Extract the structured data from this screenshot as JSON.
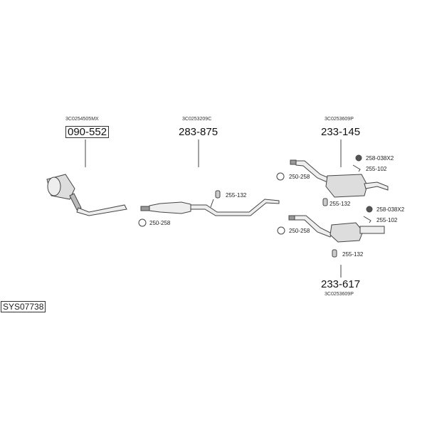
{
  "system_code": "SYS07738",
  "parts": [
    {
      "number": "090-552",
      "oe": "3C0254505MX",
      "name": "catalytic-converter"
    },
    {
      "number": "283-875",
      "oe": "3C0253209C",
      "name": "middle-silencer"
    },
    {
      "number": "233-145",
      "oe": "3C0253609P",
      "name": "rear-silencer-upper"
    },
    {
      "number": "233-617",
      "oe": "3C0253609P",
      "name": "rear-silencer-lower"
    }
  ],
  "accessories": {
    "mid_clamp": "250-258",
    "mid_rubber": "255-132",
    "up_clamp": "250-258",
    "up_nut": "258-038X2",
    "up_bracket": "255-102",
    "up_rubber": "255-132",
    "low_clamp": "250-258",
    "low_nut": "258-038X2",
    "low_bracket": "255-102",
    "low_rubber": "255-132"
  }
}
